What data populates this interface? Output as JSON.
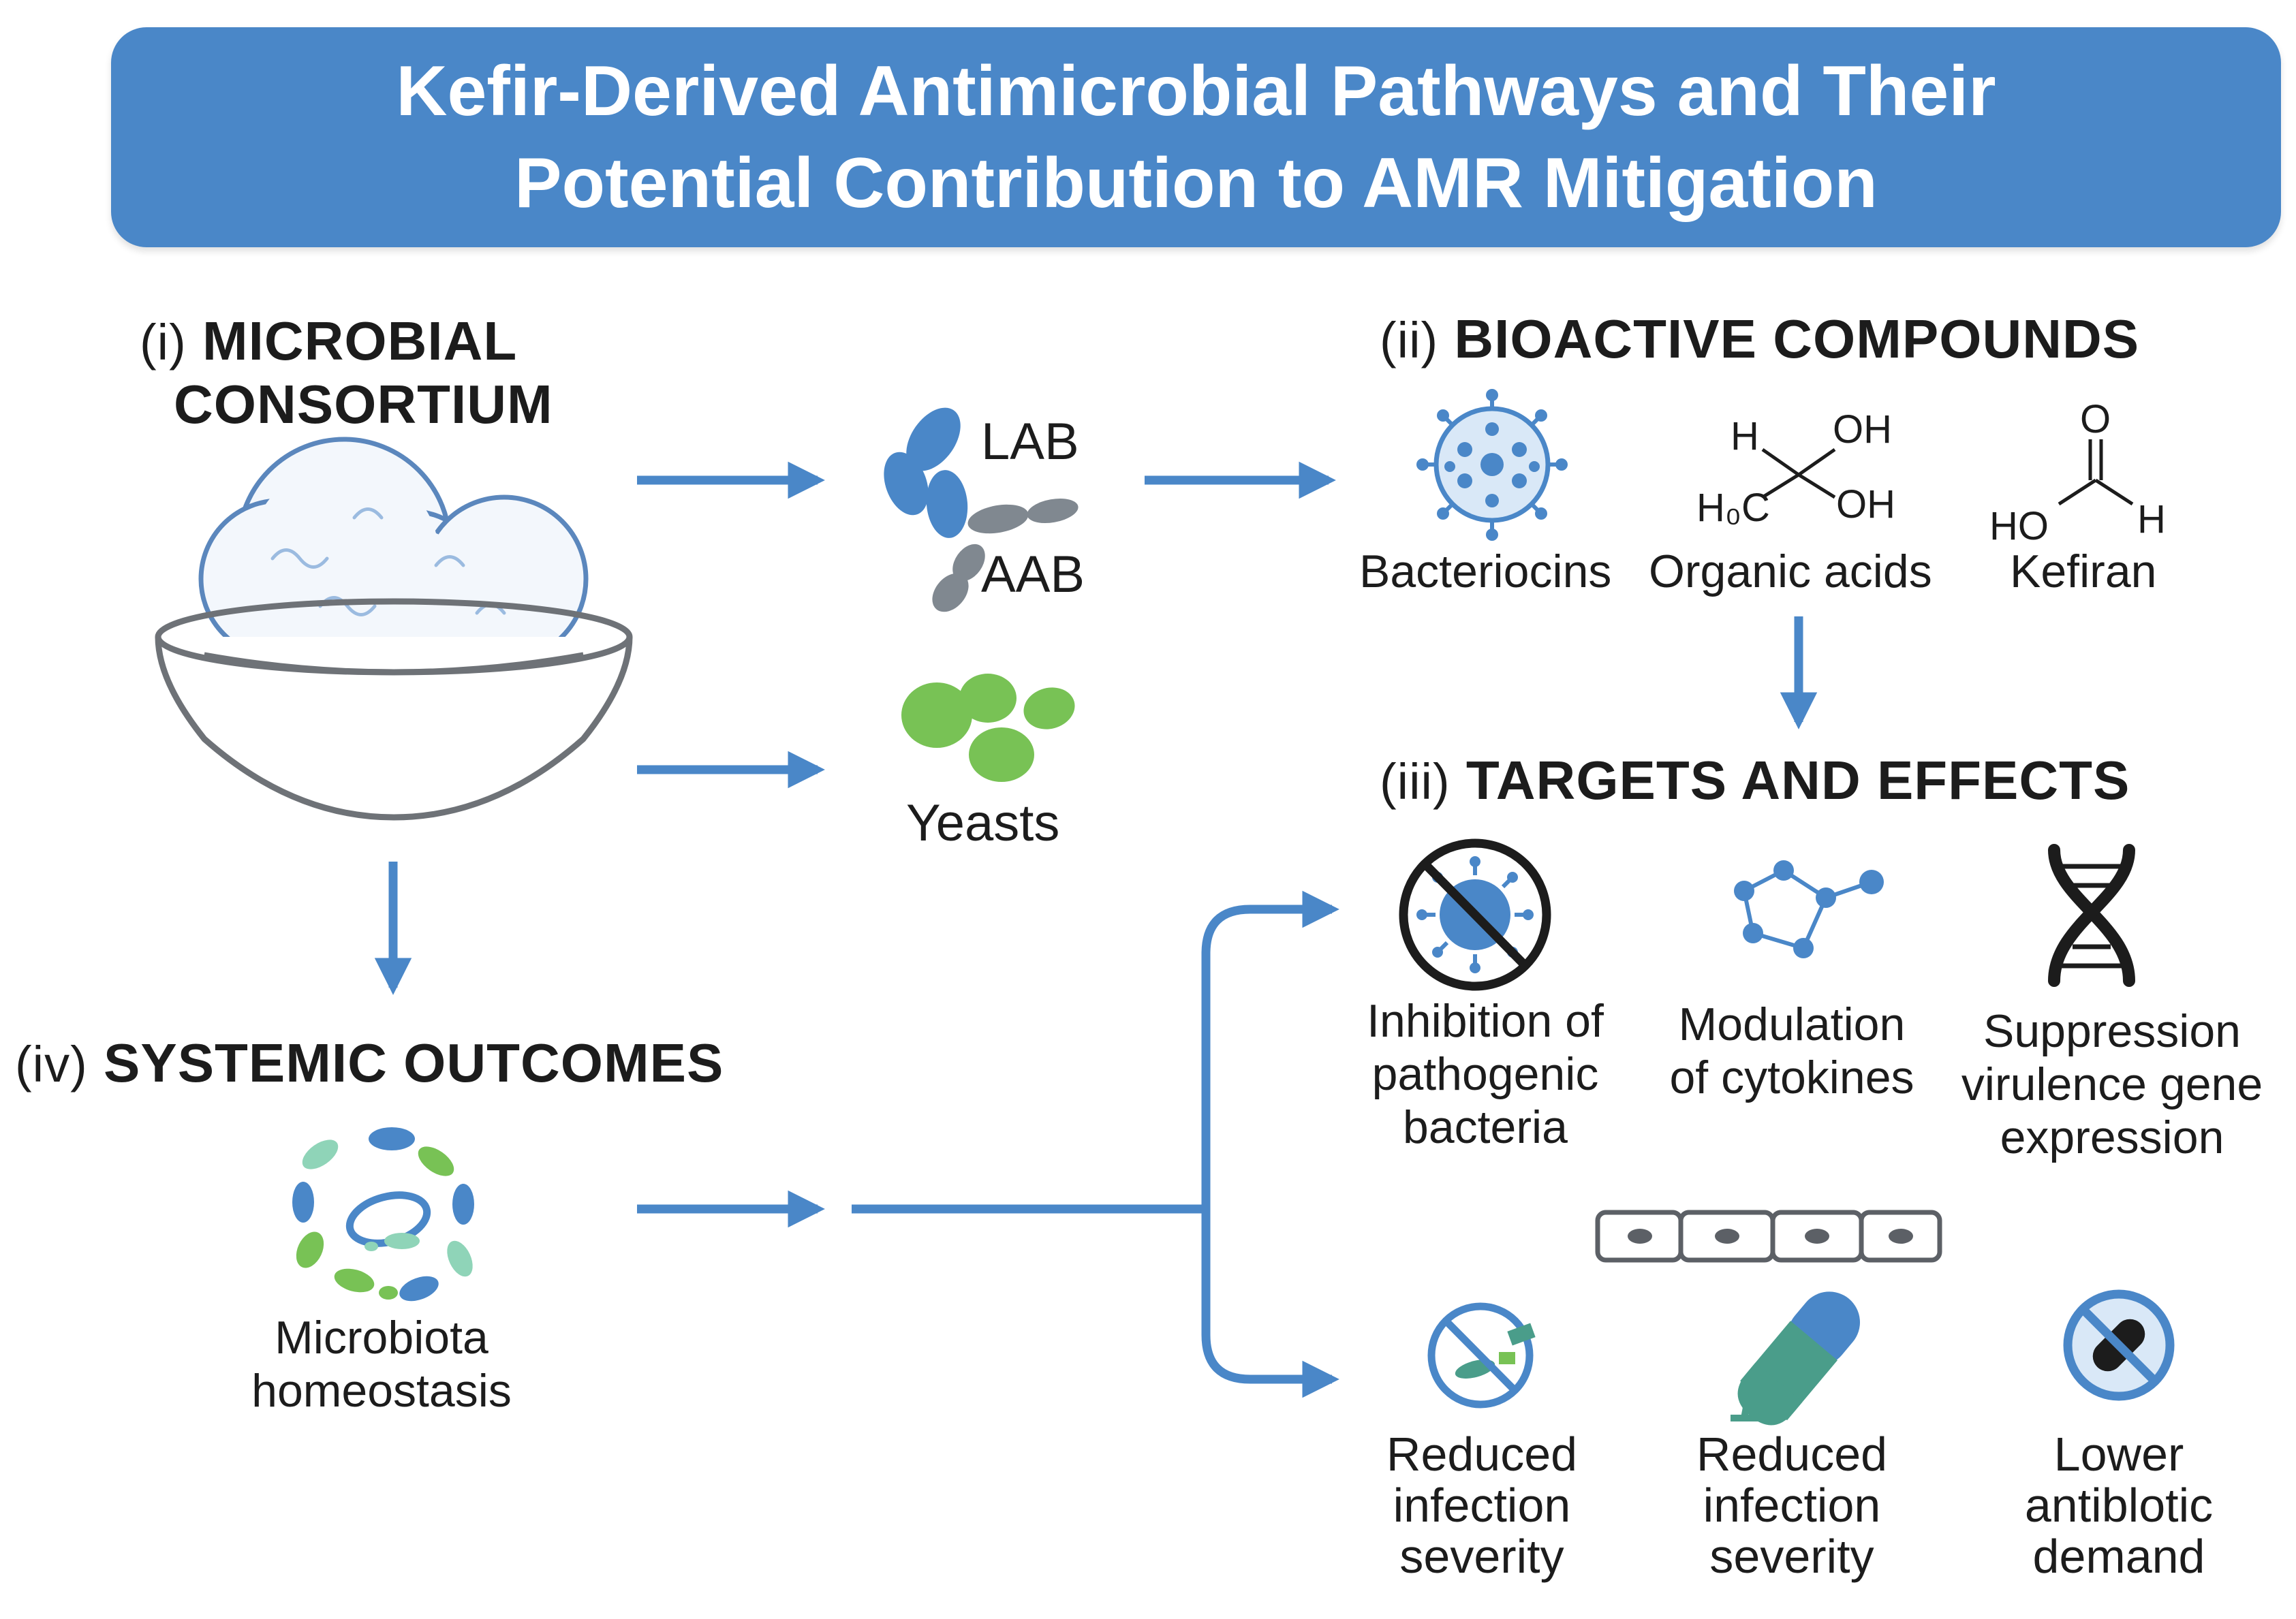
{
  "title": {
    "line1": "Kefir-Derived Antimicrobial Pathways and Their",
    "line2": "Potential Contribution to AMR Mitigation"
  },
  "sections": {
    "consortium": {
      "num": "(i)",
      "line1": "MICROBIAL",
      "line2": "CONSORTIUM"
    },
    "compounds": {
      "num": "(ii)",
      "label": "BIOACTIVE COMPOUNDS"
    },
    "targets": {
      "num": "(iii)",
      "label": "TARGETS AND EFFECTS"
    },
    "outcomes": {
      "num": "(iv)",
      "label": "SYSTEMIC OUTCOMES"
    }
  },
  "microbes": {
    "lab": "LAB",
    "aab": "AAB",
    "yeasts": "Yeasts"
  },
  "compounds": {
    "bacteriocins": "Bacteriocins",
    "organic_acids": "Organic acids",
    "kefiran": "Kefiran",
    "formula_h": "H",
    "formula_oh_top": "OH",
    "formula_h3c": "H₀C",
    "formula_oh_bottom": "OH",
    "aldehyde_o": "O",
    "aldehyde_ho": "HO",
    "aldehyde_h": "H"
  },
  "effects": {
    "inhibition": [
      "Inhibition of",
      "pathogenic",
      "bacteria"
    ],
    "cytokines": [
      "Modulation",
      "of cytokines"
    ],
    "suppression": [
      "Suppression",
      "virulence gene",
      "expression"
    ]
  },
  "outcomes": {
    "microbiota": [
      "Microbiota",
      "homeostasis"
    ],
    "reduced1": [
      "Reduced",
      "infection",
      "severity"
    ],
    "reduced2": [
      "Reduced",
      "infection",
      "severity"
    ],
    "lower": [
      "Lower",
      "antiblotic",
      "demand"
    ]
  },
  "colors": {
    "blue": "#4a87c8",
    "grey": "#808890",
    "green": "#78c255",
    "teal": "#4a9d8a",
    "dark": "#1c1c1c"
  },
  "icons": [
    "kefir-bowl-icon",
    "bacteria-cluster-icon",
    "yeast-cells-icon",
    "bacteriocin-icon",
    "ban-bacteria-icon",
    "molecule-network-icon",
    "dna-icon",
    "microbiota-ring-icon",
    "epithelium-icon",
    "ban-pathogen-icon",
    "capsule-icon",
    "ban-pill-icon"
  ]
}
